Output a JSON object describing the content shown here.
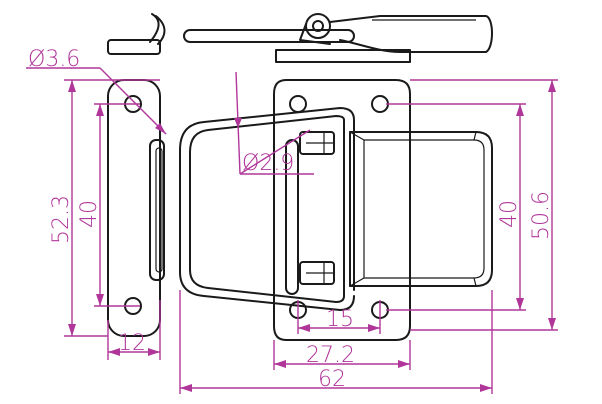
{
  "colors": {
    "outline": "#1a1a1a",
    "dimension": "#b0369a",
    "background": "#ffffff"
  },
  "dimensions": {
    "hole_diameter": "Ø3.6",
    "pin_diameter": "Ø2.9",
    "left_plate_height": "52.3",
    "left_hole_spacing": "40",
    "left_plate_width": "12",
    "right_hole_spacing": "40",
    "right_plate_height": "50.6",
    "right_hole_horizontal": "15",
    "right_plate_width": "27.2",
    "overall_length": "62"
  }
}
